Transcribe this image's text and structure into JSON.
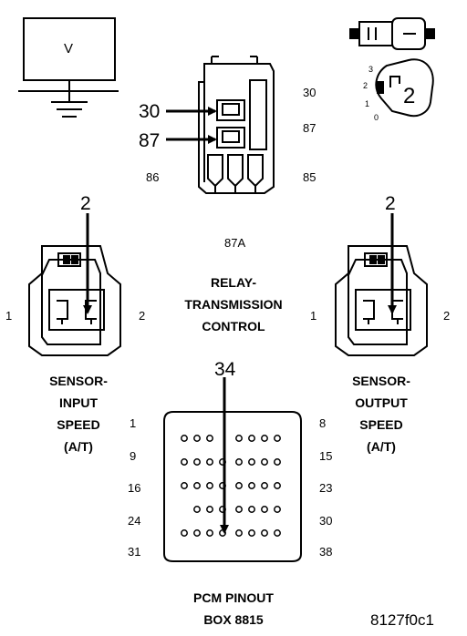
{
  "meter": {
    "label": "V"
  },
  "relay": {
    "pins": {
      "p30": "30",
      "p87": "87",
      "p86": "86",
      "p85": "85",
      "p87a": "87A"
    },
    "callouts": {
      "c30": "30",
      "c87": "87"
    },
    "label": [
      "RELAY-",
      "TRANSMISSION",
      "CONTROL"
    ]
  },
  "ignition": {
    "positions": [
      "3",
      "2",
      "1",
      "0"
    ],
    "callout": "2"
  },
  "input_sensor": {
    "callout": "2",
    "pin_left": "1",
    "pin_right": "2",
    "label": [
      "SENSOR-",
      "INPUT",
      "SPEED",
      "(A/T)"
    ]
  },
  "output_sensor": {
    "callout": "2",
    "pin_left": "1",
    "pin_right": "2",
    "label": [
      "SENSOR-",
      "OUTPUT",
      "SPEED",
      "(A/T)"
    ]
  },
  "pcm": {
    "callout": "34",
    "row_start": [
      "1",
      "9",
      "16",
      "24",
      "31"
    ],
    "row_end": [
      "8",
      "15",
      "23",
      "30",
      "38"
    ],
    "label": [
      "PCM PINOUT",
      "BOX 8815"
    ]
  },
  "figure_code": "8127f0c1"
}
